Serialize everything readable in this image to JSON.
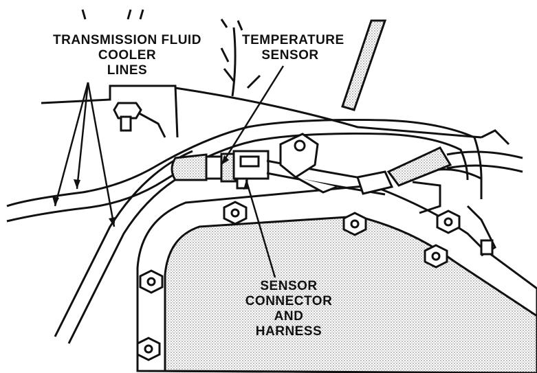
{
  "labels": {
    "cooler_lines": [
      "TRANSMISSION FLUID",
      "COOLER",
      "LINES"
    ],
    "temperature_sensor": [
      "TEMPERATURE",
      "SENSOR"
    ],
    "sensor_connector": [
      "SENSOR",
      "CONNECTOR",
      "AND",
      "HARNESS"
    ]
  },
  "colors": {
    "ink": "#111111",
    "paper": "#ffffff",
    "stipple": "#c9c9c9"
  }
}
